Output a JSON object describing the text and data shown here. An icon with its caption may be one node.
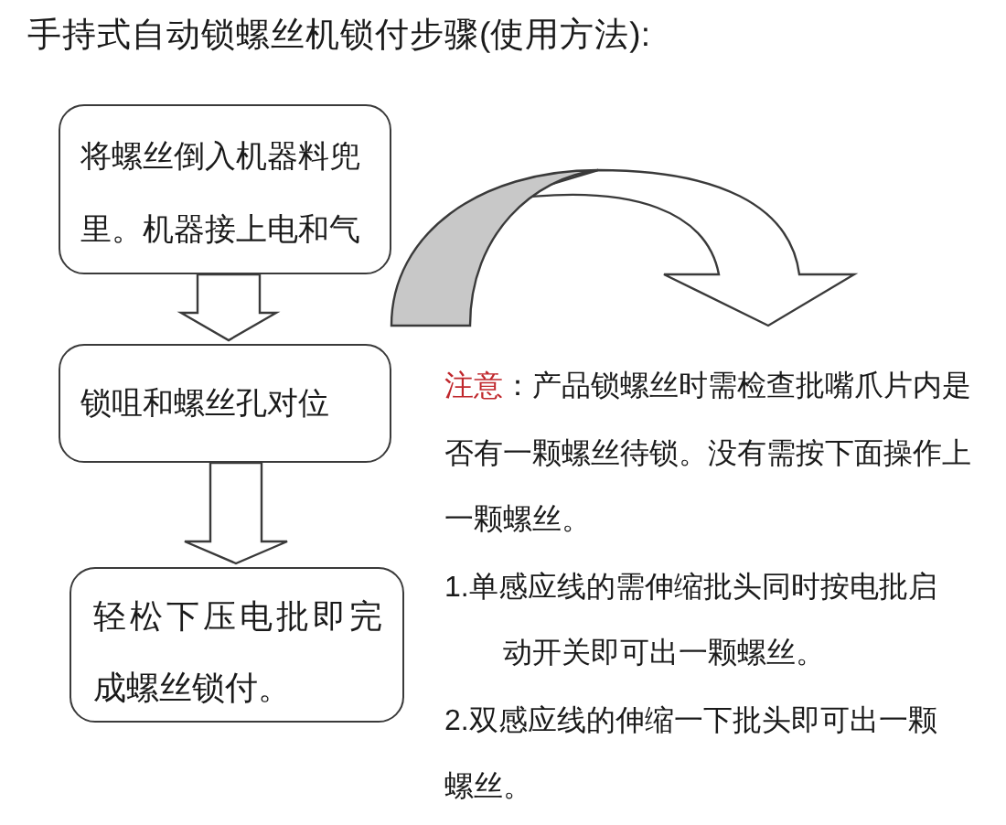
{
  "diagram": {
    "title": "手持式自动锁螺丝机锁付步骤(使用方法):",
    "nodes": [
      {
        "text": [
          "将螺丝倒入机器料兜里。机器接上电和气"
        ]
      },
      {
        "text": [
          "锁咀和螺丝孔对位"
        ]
      },
      {
        "text": [
          "轻松下压电批即完成螺丝锁付。"
        ]
      },
      {
        "text": [
          "注意",
          "：产品锁螺丝时需检查批嘴爪片内是否有一颗螺丝待锁。没有需按下面操作上一颗螺丝。",
          "1.单感应线的需伸缩批头同时按电批启动开关即可出一颗螺丝。",
          "2.双感应线的伸缩一下批头即可出一颗螺丝。"
        ]
      }
    ],
    "edges": [
      {
        "from": 0,
        "to": 1,
        "arrow": "to"
      },
      {
        "from": 1,
        "to": 2,
        "arrow": "to"
      },
      {
        "from": null,
        "to": 3,
        "arrow": "to"
      }
    ]
  }
}
